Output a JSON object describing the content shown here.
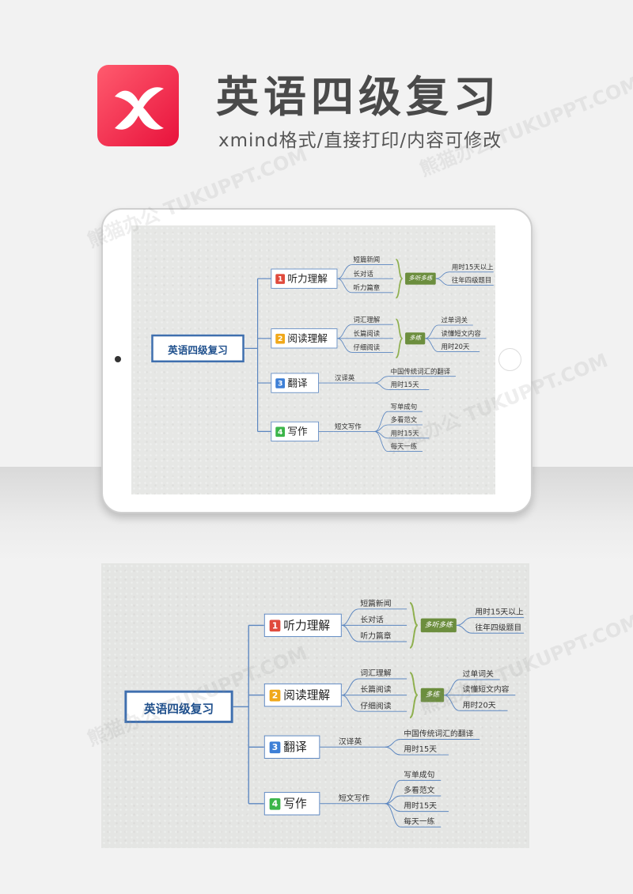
{
  "header": {
    "title": "英语四级复习",
    "subtitle": "xmind格式/直接打印/内容可修改"
  },
  "watermark": "熊猫办公 TUKUPPT.COM",
  "mindmap": {
    "root": "英语四级复习",
    "branches": [
      {
        "num": "1",
        "label": "听力理解",
        "color": "#e04a3c",
        "items": [
          "短篇新闻",
          "长对话",
          "听力篇章"
        ],
        "tag": "多听多练",
        "tips": [
          "用时15天以上",
          "往年四级题目"
        ]
      },
      {
        "num": "2",
        "label": "阅读理解",
        "color": "#f0a81a",
        "items": [
          "词汇理解",
          "长篇阅读",
          "仔细阅读"
        ],
        "tag": "多练",
        "tips": [
          "过单词关",
          "读懂短文内容",
          "用时20天"
        ]
      },
      {
        "num": "3",
        "label": "翻译",
        "color": "#3d7fd6",
        "items": [
          "汉译英"
        ],
        "tips": [
          "中国传统词汇的翻译",
          "用时15天"
        ]
      },
      {
        "num": "4",
        "label": "写作",
        "color": "#3cb54a",
        "items": [
          "短文写作"
        ],
        "tips": [
          "写单成句",
          "多看范文",
          "用时15天",
          "每天一练"
        ]
      }
    ]
  }
}
